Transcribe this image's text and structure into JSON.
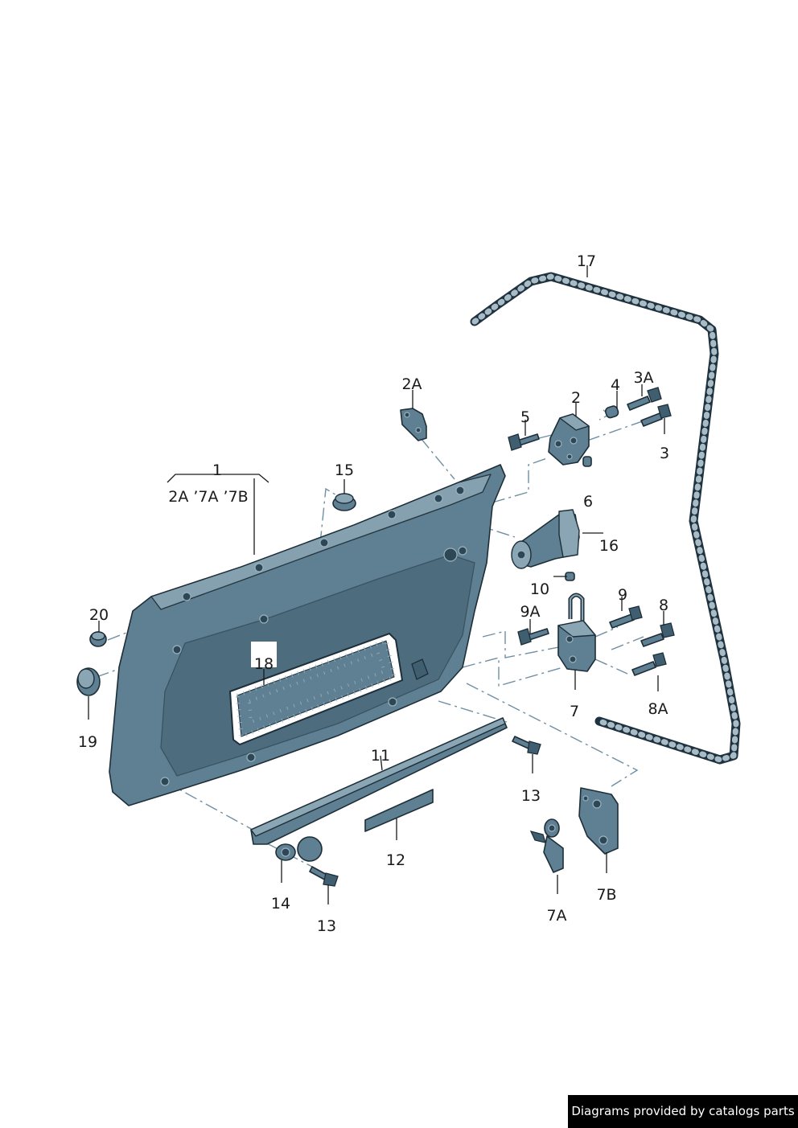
{
  "callouts": {
    "c1": "1",
    "c1_sub": "2A ’7A ’7B",
    "c2": "2",
    "c2a": "2A",
    "c3": "3",
    "c3a": "3A",
    "c4": "4",
    "c5": "5",
    "c6": "6",
    "c7": "7",
    "c7a": "7A",
    "c7b": "7B",
    "c8": "8",
    "c8a": "8A",
    "c9": "9",
    "c9a": "9A",
    "c10": "10",
    "c11": "11",
    "c12": "12",
    "c13a": "13",
    "c13b": "13",
    "c14": "14",
    "c15": "15",
    "c16": "16",
    "c17": "17",
    "c18": "18",
    "c19": "19",
    "c20": "20"
  },
  "footer": {
    "text": "Diagrams provided by catalogs parts"
  },
  "colors": {
    "part_fill": "#5f8092",
    "outline": "#1d2e38",
    "background": "#ffffff"
  }
}
